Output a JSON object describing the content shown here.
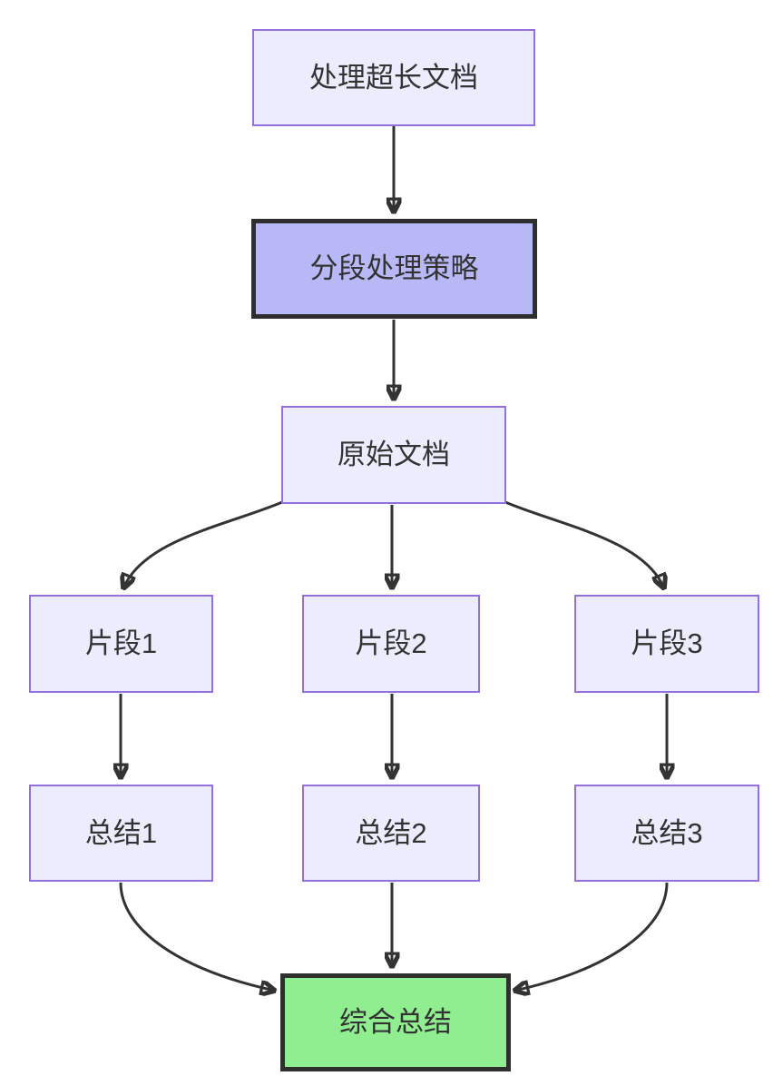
{
  "diagram": {
    "type": "flowchart",
    "direction": "top-down",
    "nodes": [
      {
        "id": "start",
        "label": "处理超长文档",
        "kind": "default"
      },
      {
        "id": "strategy",
        "label": "分段处理策略",
        "kind": "highlight"
      },
      {
        "id": "source",
        "label": "原始文档",
        "kind": "default"
      },
      {
        "id": "chunk1",
        "label": "片段1",
        "kind": "default"
      },
      {
        "id": "chunk2",
        "label": "片段2",
        "kind": "default"
      },
      {
        "id": "chunk3",
        "label": "片段3",
        "kind": "default"
      },
      {
        "id": "summary1",
        "label": "总结1",
        "kind": "default"
      },
      {
        "id": "summary2",
        "label": "总结2",
        "kind": "default"
      },
      {
        "id": "summary3",
        "label": "总结3",
        "kind": "default"
      },
      {
        "id": "final",
        "label": "综合总结",
        "kind": "success"
      }
    ],
    "edges": [
      {
        "from": "处理超长文档",
        "to": "分段处理策略"
      },
      {
        "from": "分段处理策略",
        "to": "原始文档"
      },
      {
        "from": "原始文档",
        "to": "片段1"
      },
      {
        "from": "原始文档",
        "to": "片段2"
      },
      {
        "from": "原始文档",
        "to": "片段3"
      },
      {
        "from": "片段1",
        "to": "总结1"
      },
      {
        "from": "片段2",
        "to": "总结2"
      },
      {
        "from": "片段3",
        "to": "总结3"
      },
      {
        "from": "总结1",
        "to": "综合总结"
      },
      {
        "from": "总结2",
        "to": "综合总结"
      },
      {
        "from": "总结3",
        "to": "综合总结"
      }
    ],
    "colors": {
      "node_fill": "#ECECFF",
      "node_stroke": "#9370DB",
      "highlight_fill": "#b8b8f6",
      "highlight_stroke": "#2f2f2f",
      "success_fill": "#90EE90",
      "success_stroke": "#2f2f2f",
      "edge": "#333333",
      "text": "#333333",
      "background": "#ffffff"
    }
  }
}
